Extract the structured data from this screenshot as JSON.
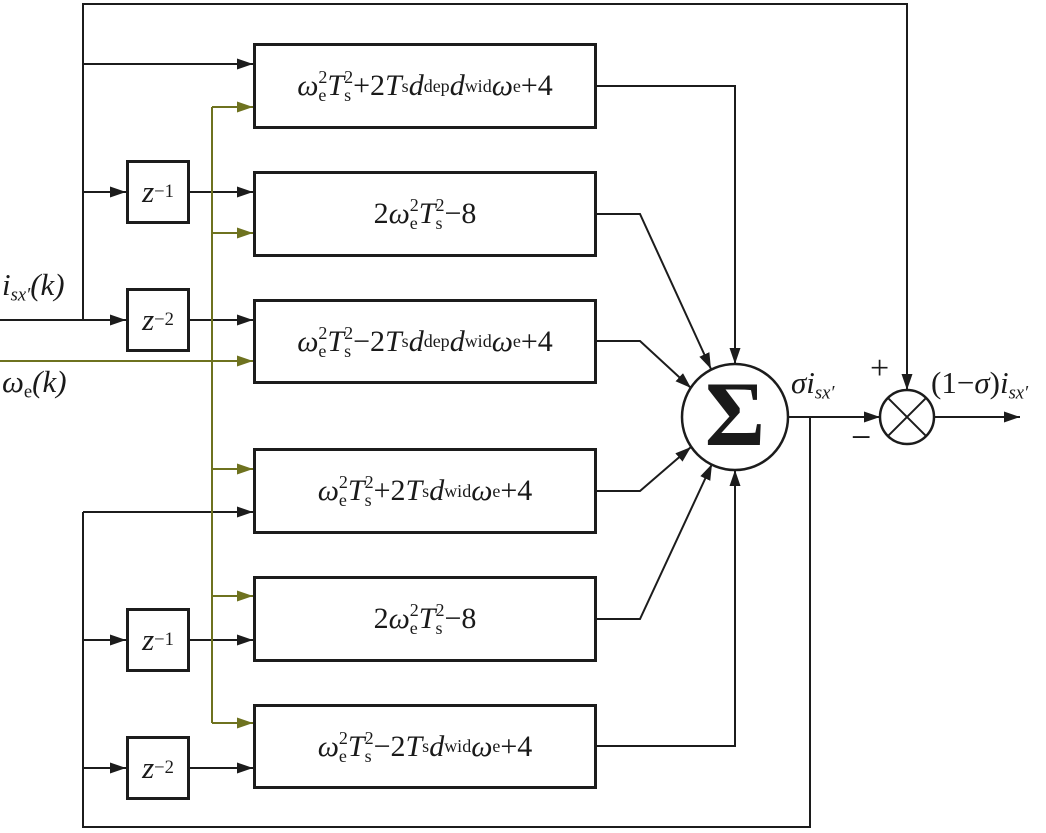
{
  "colors": {
    "wire": "#1c1c1c",
    "omega_wire": "#6e721f",
    "text": "#1a1a1a",
    "background": "#ffffff"
  },
  "inputs": {
    "current": {
      "tokens": [
        {
          "t": "i",
          "i": true,
          "sub": "sx′",
          "subi": true
        },
        {
          "t": "(k)",
          "i": true
        }
      ]
    },
    "speed": {
      "tokens": [
        {
          "t": "ω",
          "i": true,
          "sub": "e"
        },
        {
          "t": "(k)",
          "i": true
        }
      ]
    }
  },
  "delays": {
    "top_z1": {
      "tokens": [
        {
          "t": "z",
          "i": true,
          "sup": "−1"
        }
      ]
    },
    "top_z2": {
      "tokens": [
        {
          "t": "z",
          "i": true,
          "sup": "−2"
        }
      ]
    },
    "bottom_z1": {
      "tokens": [
        {
          "t": "z",
          "i": true,
          "sup": "−1"
        }
      ]
    },
    "bottom_z2": {
      "tokens": [
        {
          "t": "z",
          "i": true,
          "sup": "−2"
        }
      ]
    }
  },
  "blocks": {
    "b1": {
      "tokens": [
        {
          "t": "ω",
          "i": true,
          "sub": "e",
          "sup": "2"
        },
        {
          "t": "T",
          "i": true,
          "sub": "s",
          "sup": "2"
        },
        {
          "t": "+2"
        },
        {
          "t": "T",
          "i": true,
          "sub": "s"
        },
        {
          "t": "d",
          "i": true,
          "sub": "dep"
        },
        {
          "t": "d",
          "i": true,
          "sub": "wid"
        },
        {
          "t": "ω",
          "i": true,
          "sub": "e"
        },
        {
          "t": "+4"
        }
      ]
    },
    "b2": {
      "tokens": [
        {
          "t": "2"
        },
        {
          "t": "ω",
          "i": true,
          "sub": "e",
          "sup": "2"
        },
        {
          "t": "T",
          "i": true,
          "sub": "s",
          "sup": "2"
        },
        {
          "t": "−8"
        }
      ]
    },
    "b3": {
      "tokens": [
        {
          "t": "ω",
          "i": true,
          "sub": "e",
          "sup": "2"
        },
        {
          "t": "T",
          "i": true,
          "sub": "s",
          "sup": "2"
        },
        {
          "t": "−2"
        },
        {
          "t": "T",
          "i": true,
          "sub": "s"
        },
        {
          "t": "d",
          "i": true,
          "sub": "dep"
        },
        {
          "t": "d",
          "i": true,
          "sub": "wid"
        },
        {
          "t": "ω",
          "i": true,
          "sub": "e"
        },
        {
          "t": "+4"
        }
      ]
    },
    "b4": {
      "tokens": [
        {
          "t": "ω",
          "i": true,
          "sub": "e",
          "sup": "2"
        },
        {
          "t": "T",
          "i": true,
          "sub": "s",
          "sup": "2"
        },
        {
          "t": "+2"
        },
        {
          "t": "T",
          "i": true,
          "sub": "s"
        },
        {
          "t": "d",
          "i": true,
          "sub": "wid"
        },
        {
          "t": "ω",
          "i": true,
          "sub": "e"
        },
        {
          "t": "+4"
        }
      ]
    },
    "b5": {
      "tokens": [
        {
          "t": "2"
        },
        {
          "t": "ω",
          "i": true,
          "sub": "e",
          "sup": "2"
        },
        {
          "t": "T",
          "i": true,
          "sub": "s",
          "sup": "2"
        },
        {
          "t": "−8"
        }
      ]
    },
    "b6": {
      "tokens": [
        {
          "t": "ω",
          "i": true,
          "sub": "e",
          "sup": "2"
        },
        {
          "t": "T",
          "i": true,
          "sub": "s",
          "sup": "2"
        },
        {
          "t": "−2"
        },
        {
          "t": "T",
          "i": true,
          "sub": "s"
        },
        {
          "t": "d",
          "i": true,
          "sub": "wid"
        },
        {
          "t": "ω",
          "i": true,
          "sub": "e"
        },
        {
          "t": "+4"
        }
      ]
    }
  },
  "sum": {
    "symbol": "Σ",
    "output": {
      "tokens": [
        {
          "t": "σi",
          "i": true,
          "sub": "sx′",
          "subi": true
        }
      ]
    }
  },
  "multiplier": {
    "plus": "+",
    "minus": "−",
    "output": {
      "tokens": [
        {
          "t": "(1−"
        },
        {
          "t": "σ",
          "i": true
        },
        {
          "t": ")"
        },
        {
          "t": "i",
          "i": true,
          "sub": "sx′",
          "subi": true
        }
      ]
    }
  }
}
